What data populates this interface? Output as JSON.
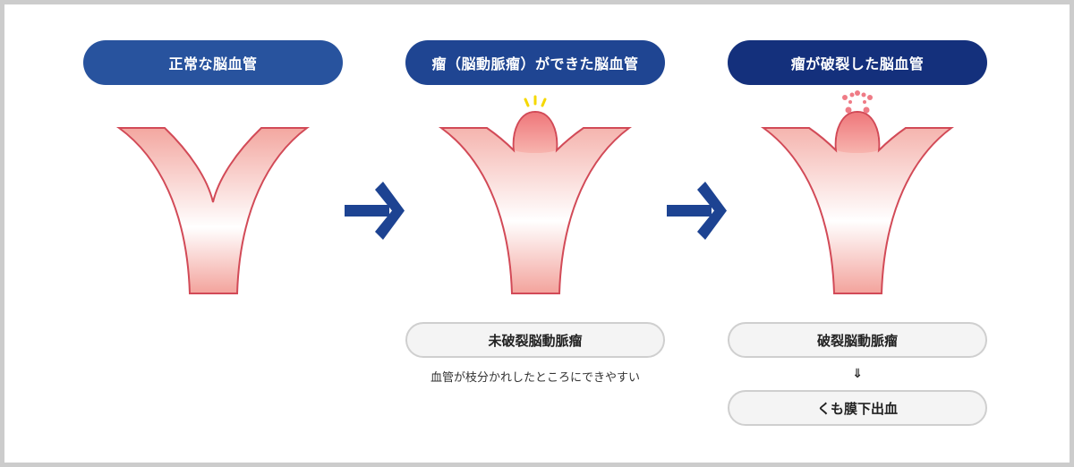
{
  "panels": [
    {
      "title": "正常な脳血管"
    },
    {
      "title": "瘤（脳動脈瘤）ができた脳血管"
    },
    {
      "title": "瘤が破裂した脳血管"
    }
  ],
  "unruptured": {
    "label": "未破裂脳動脈瘤",
    "note": "血管が枝分かれしたところにできやすい"
  },
  "ruptured": {
    "label": "破裂脳動脈瘤",
    "down_symbol": "⇓",
    "result": "くも膜下出血"
  },
  "colors": {
    "vessel_stroke": "#d24a57",
    "vessel_top": "#f3a7a0",
    "vessel_mid": "#ffffff",
    "arrow": "#1d4392",
    "spark_yellow": "#f5d800",
    "burst_pink": "#ef7b86"
  }
}
